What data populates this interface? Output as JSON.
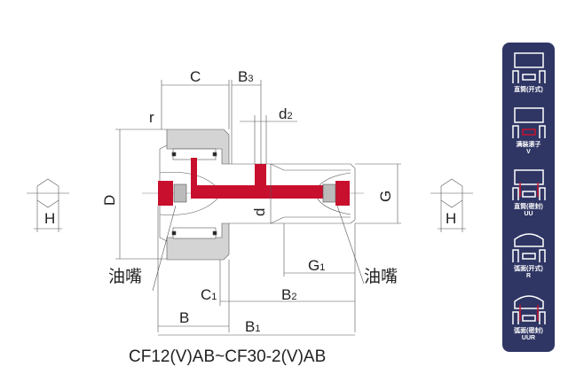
{
  "diagram": {
    "title": "CF12(V)AB~CF30-2(V)AB",
    "labels": {
      "C": "C",
      "B3": "B",
      "B3_sub": "3",
      "r": "r",
      "d2": "d",
      "d2_sub": "2",
      "D": "D",
      "d": "d",
      "G": "G",
      "H_left": "H",
      "H_right": "H",
      "oil_left": "油嘴",
      "oil_right": "油嘴",
      "C1": "C",
      "C1_sub": "1",
      "B2": "B",
      "B2_sub": "2",
      "G1": "G",
      "G1_sub": "1",
      "B": "B",
      "B1": "B",
      "B1_sub": "1"
    },
    "colors": {
      "red": "#c8102e",
      "gray": "#d4d4d4",
      "panel": "#2f3664"
    }
  },
  "panel": {
    "items": [
      {
        "label": "直筒(开式)",
        "sub": ""
      },
      {
        "label": "满装滚子",
        "sub": "V"
      },
      {
        "label": "直筒(密封)",
        "sub": "UU"
      },
      {
        "label": "弧面(开式)",
        "sub": "R"
      },
      {
        "label": "弧面(密封)",
        "sub": "UUR"
      }
    ]
  }
}
